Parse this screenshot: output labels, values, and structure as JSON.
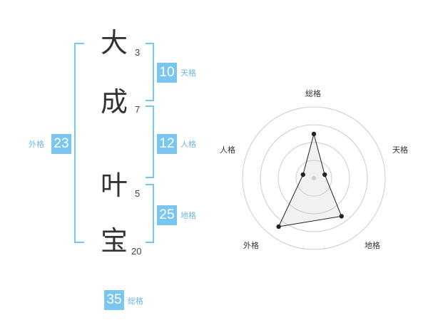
{
  "name": {
    "characters": [
      {
        "char": "大",
        "strokes": "3"
      },
      {
        "char": "成",
        "strokes": "7"
      },
      {
        "char": "叶",
        "strokes": "5"
      },
      {
        "char": "宝",
        "strokes": "20"
      }
    ]
  },
  "fortunes": {
    "tenkaku": {
      "value": "10",
      "label": "天格"
    },
    "jinkaku": {
      "value": "12",
      "label": "人格"
    },
    "chikaku": {
      "value": "25",
      "label": "地格"
    },
    "gaikaku": {
      "value": "23",
      "label": "外格"
    },
    "soukaku": {
      "value": "35",
      "label": "総格"
    }
  },
  "colors": {
    "accent": "#7ac6ee",
    "accent_text": "#6cb8e6",
    "kanji": "#333333"
  },
  "chart_data": {
    "type": "radar",
    "axes": [
      "総格",
      "天格",
      "地格",
      "外格",
      "人格"
    ],
    "levels": 4,
    "rmax": 5,
    "values": [
      3.1,
      0.8,
      3.3,
      4.2,
      0.8
    ]
  }
}
